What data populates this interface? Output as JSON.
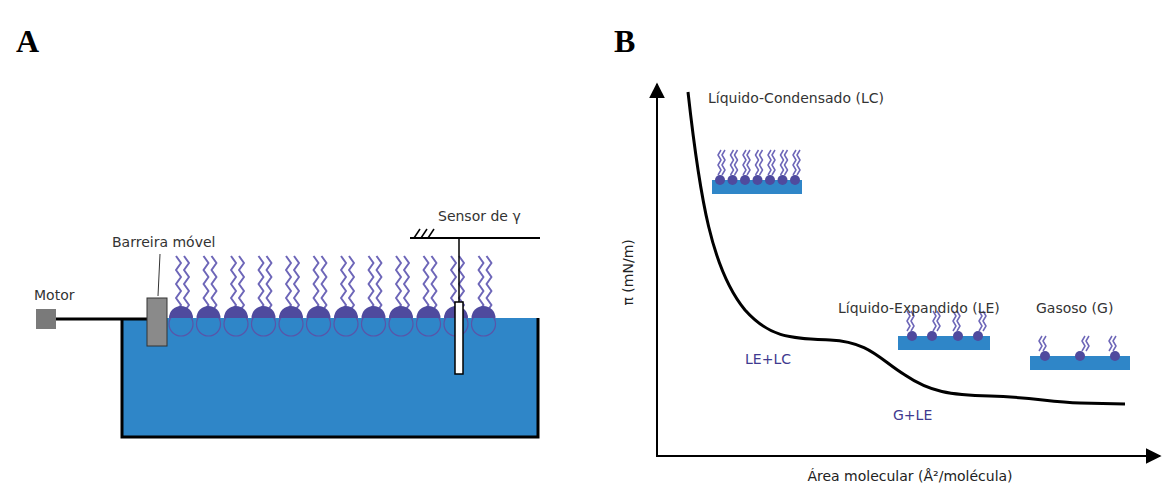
{
  "diagram": {
    "labels": [
      "A",
      "Motor",
      "Barreira móvel",
      "Sensor de γ",
      "B",
      "π (mN/m)",
      "Líquido-Condensado (LC)",
      "Líquido-Expandido (LE)",
      "Gasoso (G)",
      "LE+LC",
      "G+LE",
      "Área molecular (Å²/molécula)"
    ]
  }
}
